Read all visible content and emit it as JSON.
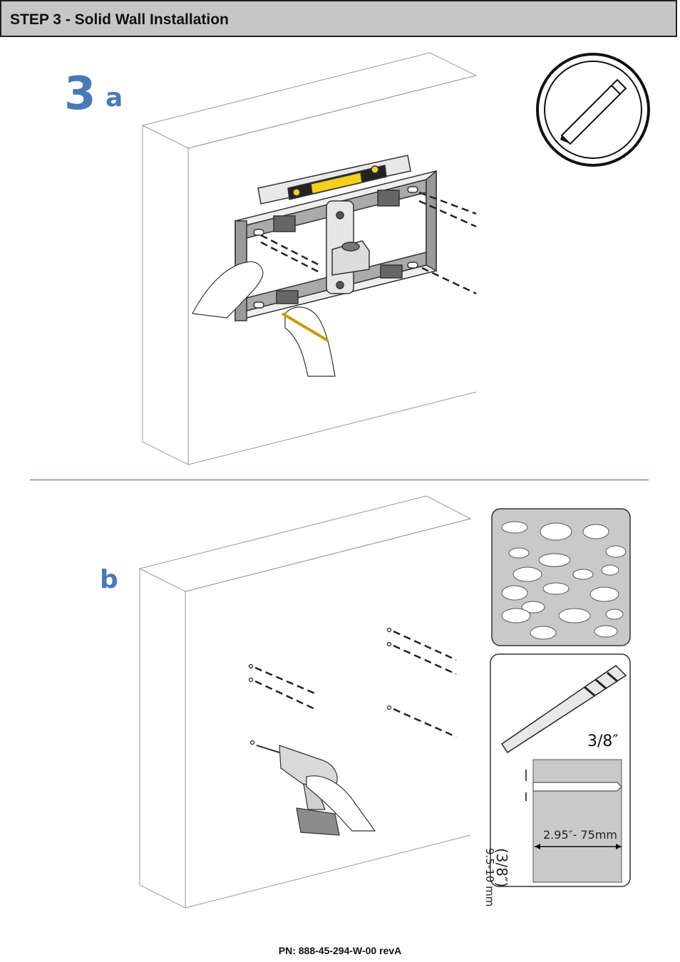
{
  "header": {
    "title": "STEP 3 - Solid Wall Installation"
  },
  "step": {
    "number": "3",
    "sub_a": "a",
    "sub_b": "b"
  },
  "drill_bit": {
    "size": "3/8″",
    "depth": "2.95″- 75mm",
    "diameter_in": "(3/8″)",
    "diameter_mm": "9.5-10 mm"
  },
  "footer": {
    "part_number": "PN: 888-45-294-W-00 revA"
  },
  "colors": {
    "accent": "#4a78b8",
    "header_bg": "#c6c6c6",
    "divider": "#3a5fa8",
    "wall_gray": "#c9c9c9"
  },
  "icons": [
    "pencil-icon",
    "level-icon",
    "wall-bracket-icon",
    "drill-icon",
    "drill-bit-icon",
    "concrete-icon"
  ]
}
